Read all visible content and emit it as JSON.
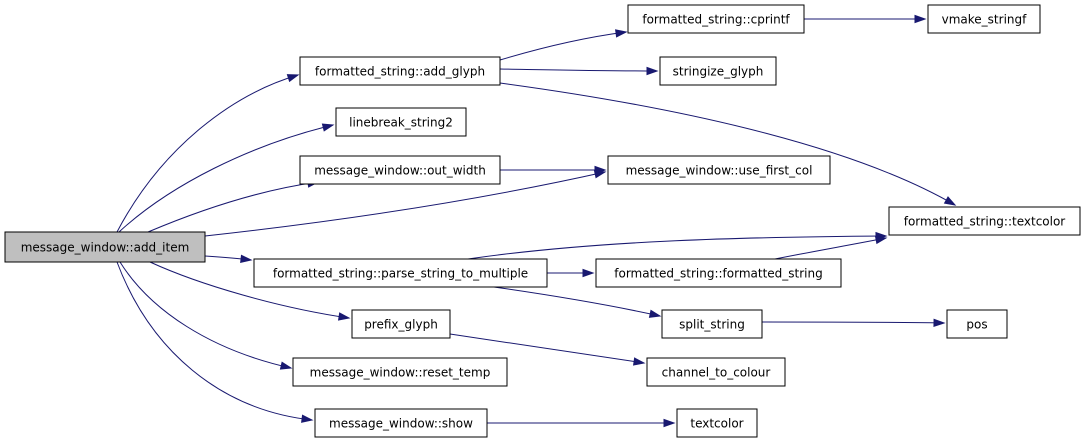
{
  "nodes": [
    {
      "id": "add_item",
      "label": "message_window::add_item",
      "highlight": true
    },
    {
      "id": "add_glyph",
      "label": "formatted_string::add_glyph"
    },
    {
      "id": "linebreak",
      "label": "linebreak_string2"
    },
    {
      "id": "out_width",
      "label": "message_window::out_width"
    },
    {
      "id": "parse",
      "label": "formatted_string::parse_string_to_multiple"
    },
    {
      "id": "prefix",
      "label": "prefix_glyph"
    },
    {
      "id": "reset_temp",
      "label": "message_window::reset_temp"
    },
    {
      "id": "show",
      "label": "message_window::show"
    },
    {
      "id": "cprintf",
      "label": "formatted_string::cprintf"
    },
    {
      "id": "stringize",
      "label": "stringize_glyph"
    },
    {
      "id": "use_first_col",
      "label": "message_window::use_first_col"
    },
    {
      "id": "fs_ctor",
      "label": "formatted_string::formatted_string"
    },
    {
      "id": "split",
      "label": "split_string"
    },
    {
      "id": "channel",
      "label": "channel_to_colour"
    },
    {
      "id": "textcolor_plain",
      "label": "textcolor"
    },
    {
      "id": "vmake",
      "label": "vmake_stringf"
    },
    {
      "id": "fs_textcolor",
      "label": "formatted_string::textcolor"
    },
    {
      "id": "pos",
      "label": "pos"
    }
  ],
  "edges": [
    {
      "from": "add_item",
      "to": "add_glyph"
    },
    {
      "from": "add_item",
      "to": "linebreak"
    },
    {
      "from": "add_item",
      "to": "out_width"
    },
    {
      "from": "add_item",
      "to": "use_first_col"
    },
    {
      "from": "add_item",
      "to": "parse"
    },
    {
      "from": "add_item",
      "to": "prefix"
    },
    {
      "from": "add_item",
      "to": "reset_temp"
    },
    {
      "from": "add_item",
      "to": "show"
    },
    {
      "from": "add_glyph",
      "to": "cprintf"
    },
    {
      "from": "add_glyph",
      "to": "stringize"
    },
    {
      "from": "add_glyph",
      "to": "fs_textcolor"
    },
    {
      "from": "cprintf",
      "to": "vmake"
    },
    {
      "from": "out_width",
      "to": "use_first_col"
    },
    {
      "from": "parse",
      "to": "fs_textcolor"
    },
    {
      "from": "parse",
      "to": "fs_ctor"
    },
    {
      "from": "parse",
      "to": "split"
    },
    {
      "from": "fs_ctor",
      "to": "fs_textcolor"
    },
    {
      "from": "split",
      "to": "pos"
    },
    {
      "from": "prefix",
      "to": "channel"
    },
    {
      "from": "show",
      "to": "textcolor_plain"
    }
  ]
}
